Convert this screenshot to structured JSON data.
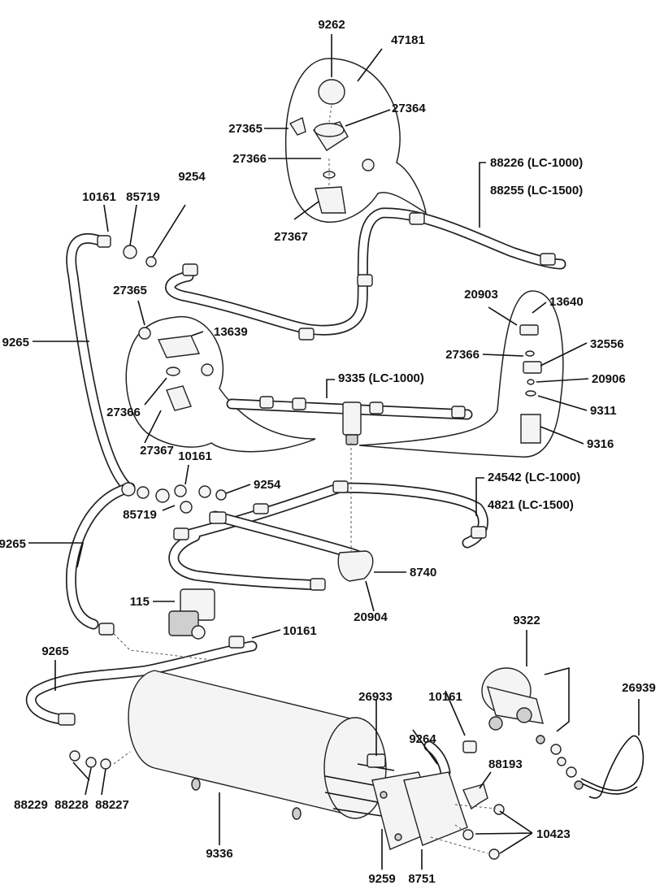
{
  "labels": {
    "p9262": "9262",
    "p47181": "47181",
    "p27364": "27364",
    "p27365_top": "27365",
    "p27366_top": "27366",
    "p27367_top": "27367",
    "p88226": "88226 (LC-1000)",
    "p88255": "88255 (LC-1500)",
    "p10161_a": "10161",
    "p85719_a": "85719",
    "p9254_a": "9254",
    "p27365_mid": "27365",
    "p13639": "13639",
    "p9265_a": "9265",
    "p27366_mid": "27366",
    "p27367_mid": "27367",
    "p20903": "20903",
    "p13640": "13640",
    "p27366_right": "27366",
    "p32556": "32556",
    "p20906": "20906",
    "p9311": "9311",
    "p9316": "9316",
    "p9335": "9335 (LC-1000)",
    "p10161_b": "10161",
    "p9254_b": "9254",
    "p24542": "24542 (LC-1000)",
    "p4821": "4821 (LC-1500)",
    "p9265_b": "9265",
    "p85719_b": "85719",
    "p8740": "8740",
    "p115": "115",
    "p20904": "20904",
    "p10161_c": "10161",
    "p9322": "9322",
    "p9265_c": "9265",
    "p26933": "26933",
    "p10161_d": "10161",
    "p26939": "26939",
    "p9264": "9264",
    "p88193": "88193",
    "p88229": "88229",
    "p88228": "88228",
    "p88227": "88227",
    "p10423": "10423",
    "p9336": "9336",
    "p9259": "9259",
    "p8751": "8751"
  }
}
